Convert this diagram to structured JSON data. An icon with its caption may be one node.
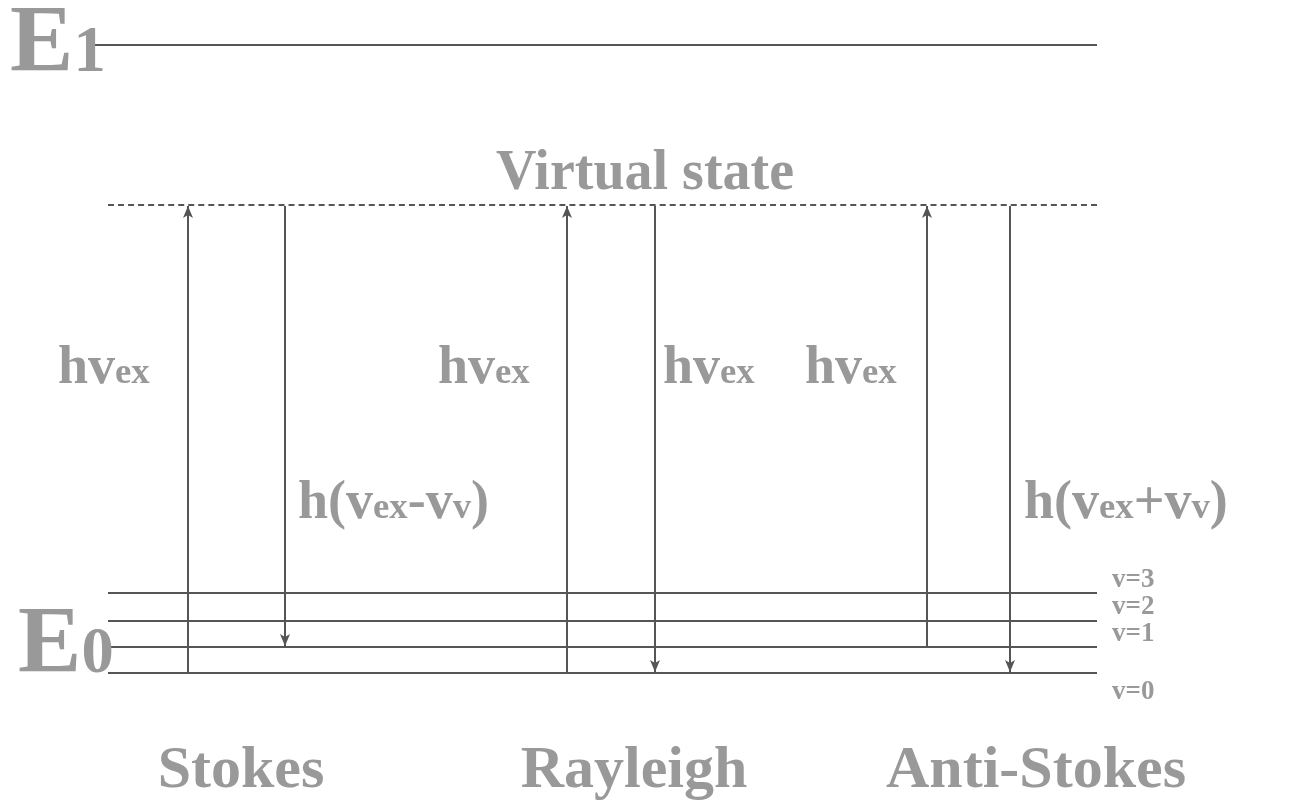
{
  "diagram": {
    "nodes": [
      {
        "text": [
          "E$_{1}$"
        ]
      },
      {
        "text": [
          "Virtual state"
        ]
      },
      {
        "text": [
          "v=3"
        ]
      },
      {
        "text": [
          "v=2"
        ]
      },
      {
        "text": [
          "v=1"
        ]
      },
      {
        "text": [
          "v=0"
        ]
      }
    ],
    "edges": [
      {
        "from": 5,
        "to": 1,
        "arrow": "to",
        "label": "hv$_{ex}$"
      },
      {
        "from": 1,
        "to": 4,
        "arrow": "to",
        "label": "h(v$_{ex}$-v$_{v}$)"
      },
      {
        "from": 5,
        "to": 1,
        "arrow": "to",
        "label": "hv$_{ex}$"
      },
      {
        "from": 1,
        "to": 5,
        "arrow": "to",
        "label": "hv$_{ex}$"
      },
      {
        "from": 4,
        "to": 1,
        "arrow": "to",
        "label": "hv$_{ex}$"
      },
      {
        "from": 1,
        "to": 5,
        "arrow": "to",
        "label": "h(v$_{ex}$+v$_{v}$)"
      }
    ],
    "labels": [
      "E$_{0}$",
      "Stokes",
      "Rayleigh",
      "Anti-Stokes"
    ]
  }
}
